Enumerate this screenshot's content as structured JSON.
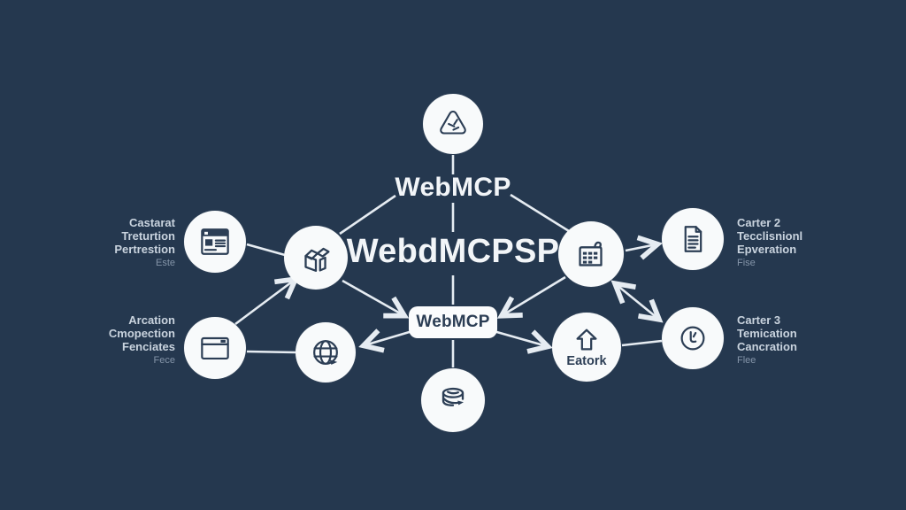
{
  "diagram": {
    "top_label": "WebMCP",
    "center_label": "WebdMCPSP",
    "hub_box_label": "WebMCP",
    "eatork_label": "Eatork"
  },
  "labels": {
    "left_top": {
      "lines": [
        "Castarat",
        "Treturtion",
        "Pertrestion",
        "Este"
      ]
    },
    "left_bottom": {
      "lines": [
        "Arcation",
        "Cmopection",
        "Fenciates",
        "Fece"
      ]
    },
    "right_top": {
      "lines": [
        "Carter 2",
        "Tecclisnionl",
        "Epveration",
        "Fise"
      ]
    },
    "right_bottom": {
      "lines": [
        "Carter 3",
        "Temication",
        "Cancration",
        "Flee"
      ]
    }
  },
  "icons": {
    "hub_top": "recycle-triangle-icon",
    "left_upper": "browser-page-icon",
    "left_inner": "open-package-icon",
    "left_lower": "window-icon",
    "left_inner_lower": "globe-icon",
    "right_inner": "calendar-grid-icon",
    "right_upper": "document-icon",
    "right_inner_lower": "arrow-up-icon",
    "right_lower": "clock-icon",
    "bottom": "database-icon"
  },
  "colors": {
    "background": "#25384f",
    "node_fill": "#f8fafb",
    "connector": "#e6ecf2",
    "icon_stroke": "#2c3e55",
    "heading_text": "#f2f5f8",
    "label_text": "#c9d3de",
    "label_dim_text": "#8494a8"
  }
}
